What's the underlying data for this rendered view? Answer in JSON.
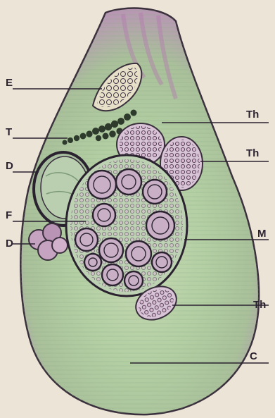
{
  "figure": {
    "labels": {
      "E": "E",
      "T": "T",
      "Th1": "Th",
      "Th2": "Th",
      "D1": "D",
      "F": "F",
      "D2": "D",
      "M": "M",
      "Th3": "Th",
      "C": "C"
    },
    "colors": {
      "paper": "#ece4d6",
      "outline": "#3a2f3c",
      "body_green": "#9fc59a",
      "body_magenta": "#c890c0",
      "dark_ink": "#2b2230"
    }
  }
}
